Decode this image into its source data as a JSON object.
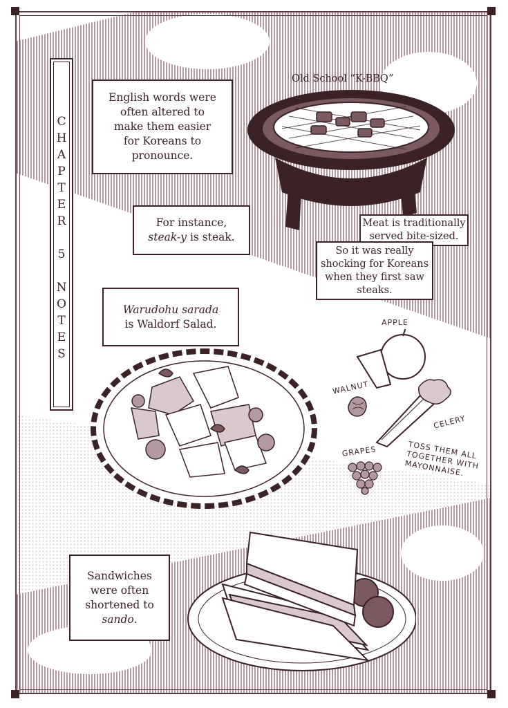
{
  "chapter_title": [
    "C",
    "H",
    "A",
    "P",
    "T",
    "E",
    "R",
    " ",
    "5",
    " ",
    "N",
    "O",
    "T",
    "E",
    "S"
  ],
  "kbbq_caption": "Old School “K-BBQ”",
  "box_english": [
    "English words were",
    "often altered to",
    "make them easier",
    "for Koreans to",
    "pronounce."
  ],
  "box_steak_line1": "For instance,",
  "box_steak_italic": "steak-y",
  "box_steak_rest": " is steak.",
  "box_meat": [
    "Meat is traditionally",
    "served bite-sized."
  ],
  "box_shock": [
    "So it was really",
    "shocking for Koreans",
    "when they first saw",
    "steaks."
  ],
  "box_waldorf_italic": "Warudohu sarada",
  "box_waldorf_rest": "is Waldorf Salad.",
  "labels": {
    "apple": "APPLE",
    "walnut": "WALNUT",
    "celery": "CELERY",
    "grapes": "GRAPES",
    "toss": [
      "TOSS THEM ALL",
      "TOGETHER WITH",
      "MAYONNAISE."
    ]
  },
  "box_sandwich": [
    "Sandwiches",
    "were often",
    "shortened to"
  ],
  "box_sandwich_italic": "sando",
  "box_sandwich_end": ".",
  "colors": {
    "ink": "#3a2226",
    "tone": "#b39aa0",
    "paper": "#ffffff"
  }
}
